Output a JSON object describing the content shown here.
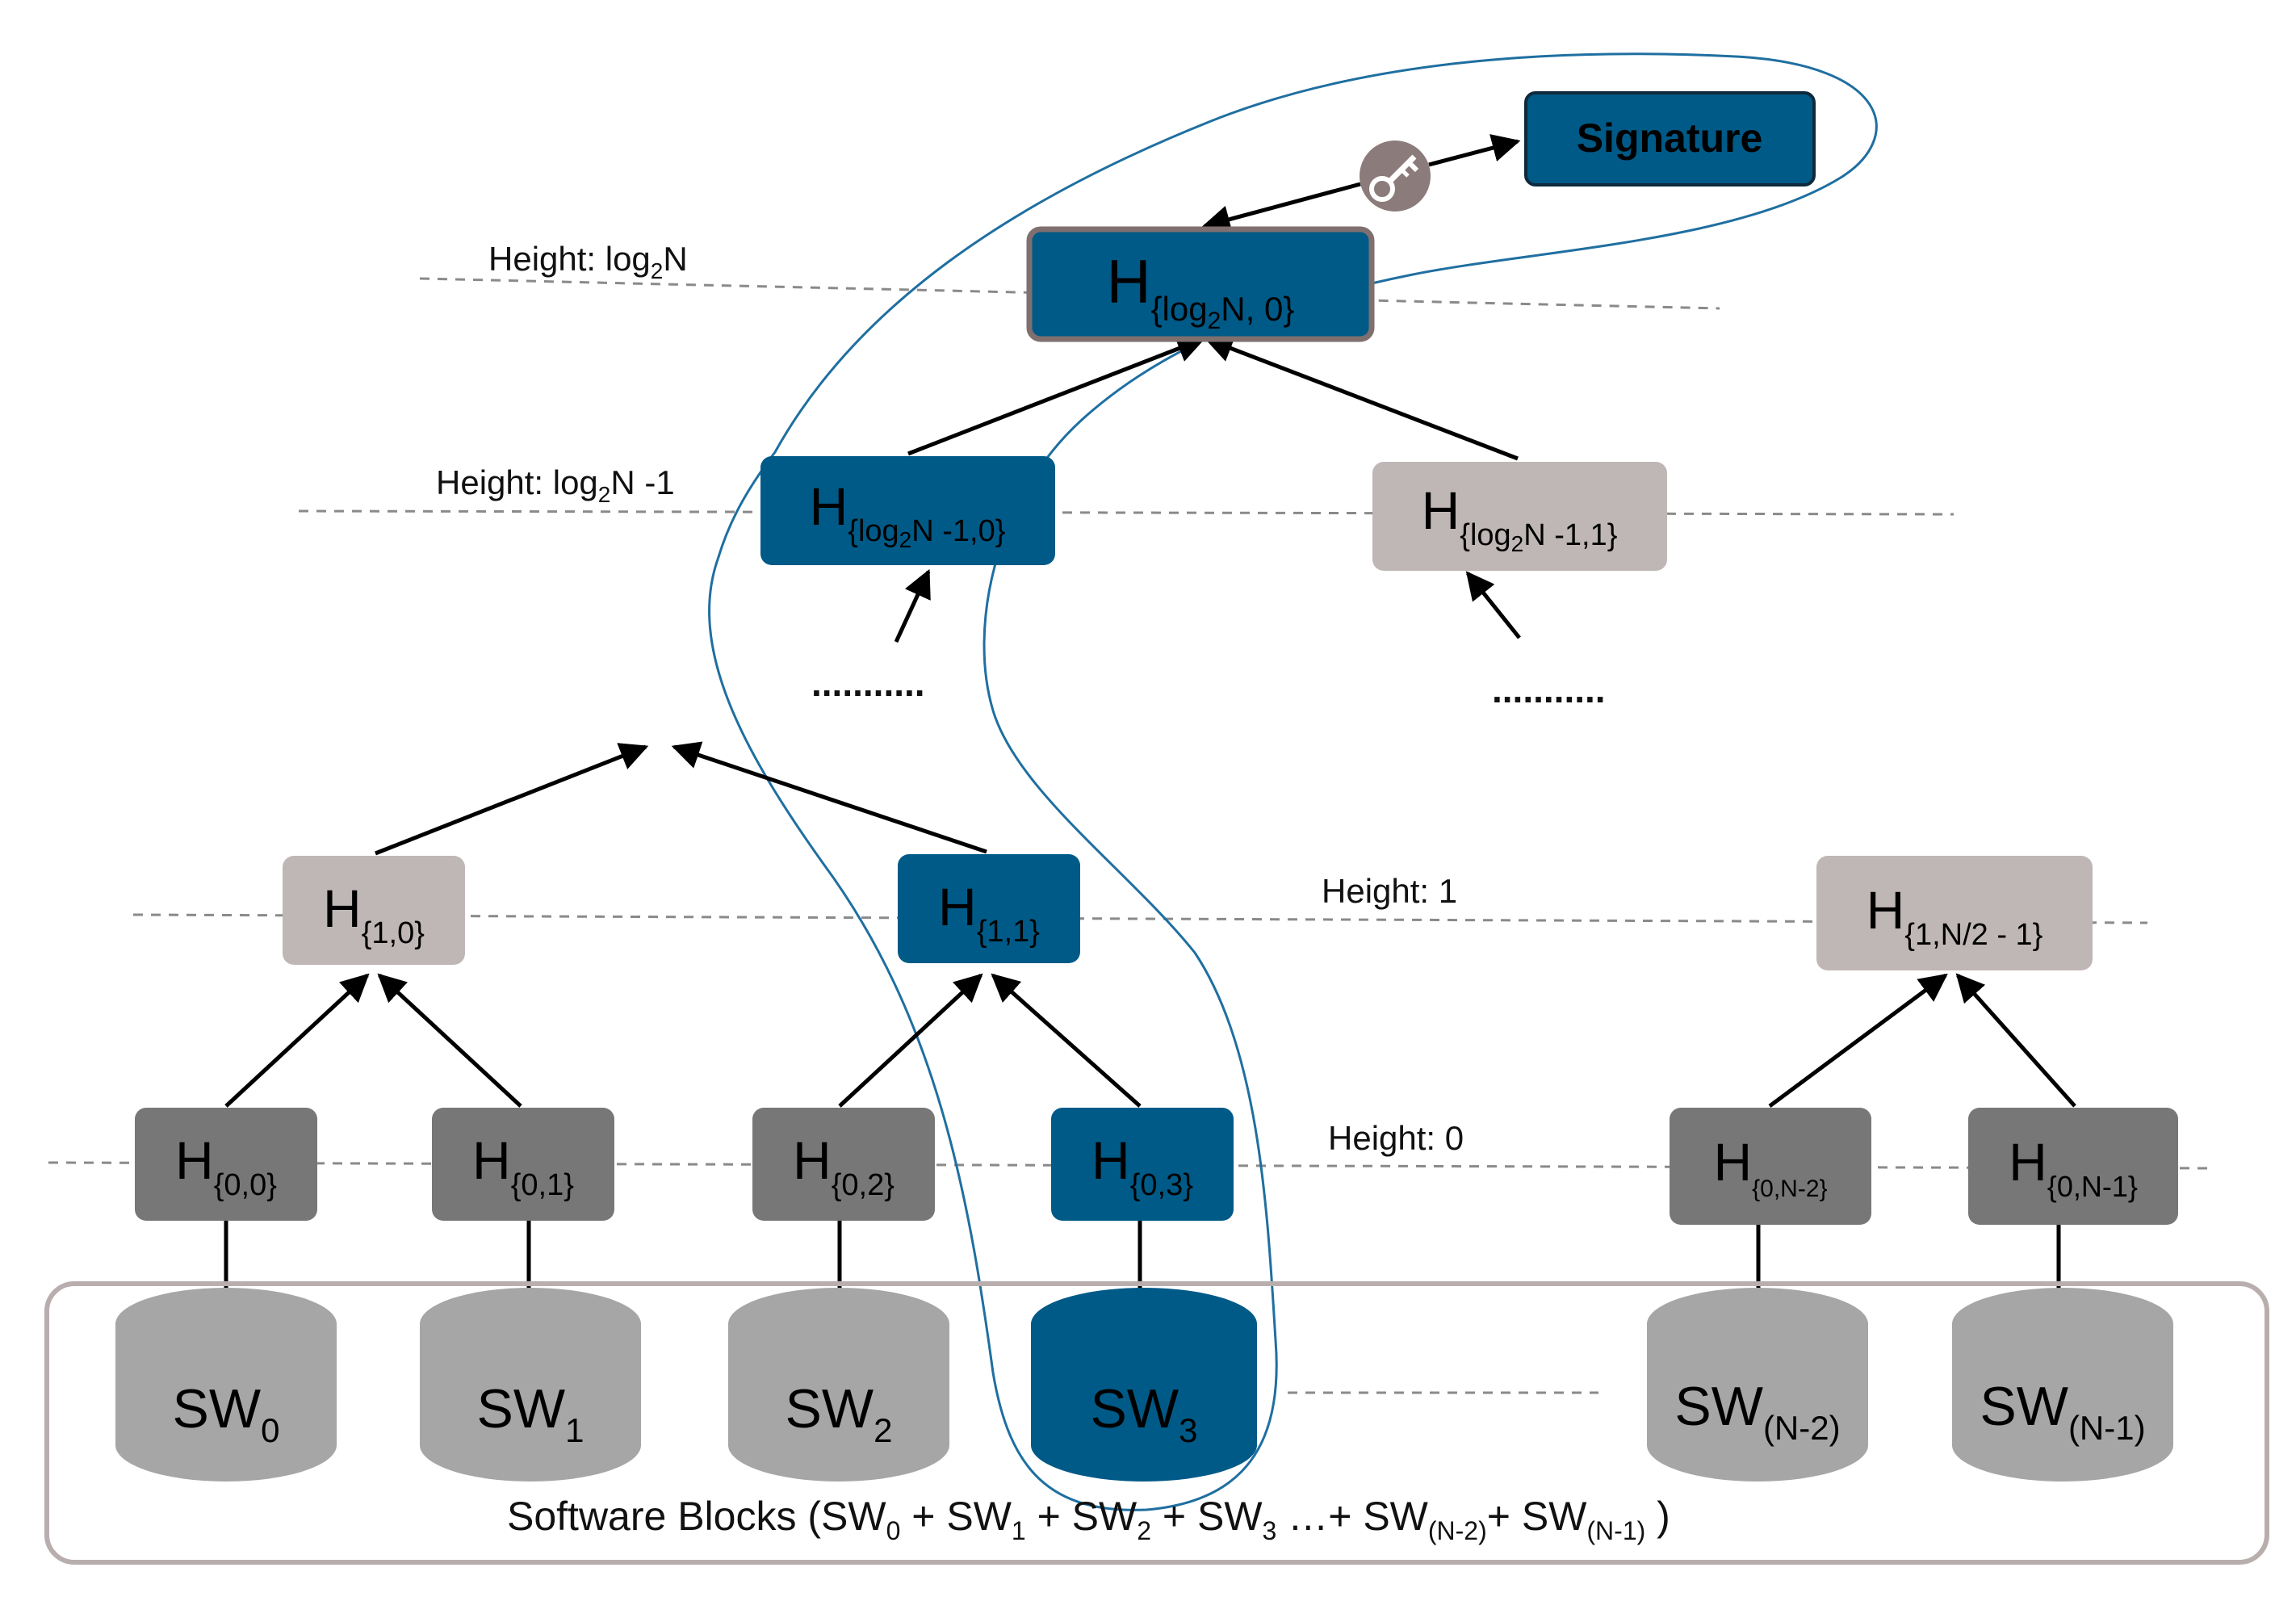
{
  "colors": {
    "highlight": "#005a87",
    "light_node": "#bfb7b6",
    "dark_node": "#777777",
    "cylinder": "#a6a6a6",
    "line": "#000000",
    "dashed": "#8a8a8a",
    "outline": "#1f6fa0"
  },
  "heights": {
    "top_prefix": "Height: log",
    "top_sub": "2",
    "top_suffix": "N",
    "second_prefix": "Height: log",
    "second_sub": "2",
    "second_suffix": "N -1",
    "one": "Height: 1",
    "zero": "Height: 0"
  },
  "signature": "Signature",
  "key_icon": "key-icon",
  "nodes": {
    "root": {
      "main": "H",
      "sub_a": "{log",
      "sub_b": "2",
      "sub_c": "N, 0}"
    },
    "l2_left": {
      "main": "H",
      "sub_a": "{log",
      "sub_b": "2",
      "sub_c": "N -1,0}"
    },
    "l2_right": {
      "main": "H",
      "sub_a": "{log",
      "sub_b": "2",
      "sub_c": "N -1,1}"
    },
    "h10": {
      "main": "H",
      "sub": "{1,0}"
    },
    "h11": {
      "main": "H",
      "sub": "{1,1}"
    },
    "h1last": {
      "main": "H",
      "sub": "{1,N/2 - 1}"
    },
    "h00": {
      "main": "H",
      "sub": "{0,0}"
    },
    "h01": {
      "main": "H",
      "sub": "{0,1}"
    },
    "h02": {
      "main": "H",
      "sub": "{0,2}"
    },
    "h03": {
      "main": "H",
      "sub": "{0,3}"
    },
    "h0n2": {
      "main": "H",
      "sub": "{0,N-2}"
    },
    "h0n1": {
      "main": "H",
      "sub": "{0,N-1}"
    }
  },
  "ellipsis": "...........",
  "software": {
    "sw0": {
      "main": "SW",
      "sub": "0"
    },
    "sw1": {
      "main": "SW",
      "sub": "1"
    },
    "sw2": {
      "main": "SW",
      "sub": "2"
    },
    "sw3": {
      "main": "SW",
      "sub": "3"
    },
    "swn2": {
      "main": "SW",
      "sub": "(N-2)"
    },
    "swn1": {
      "main": "SW",
      "sub": "(N-1)"
    }
  },
  "caption": {
    "p0": "Software Blocks (SW",
    "s0": "0",
    "p1": " + SW",
    "s1": "1",
    "p2": " + SW",
    "s2": "2",
    "p3": " + SW",
    "s3": "3",
    "p4": " …+ SW",
    "s4": "(N-2)",
    "p5": "+ SW",
    "s5": "(N-1)",
    "p6": "  )"
  }
}
